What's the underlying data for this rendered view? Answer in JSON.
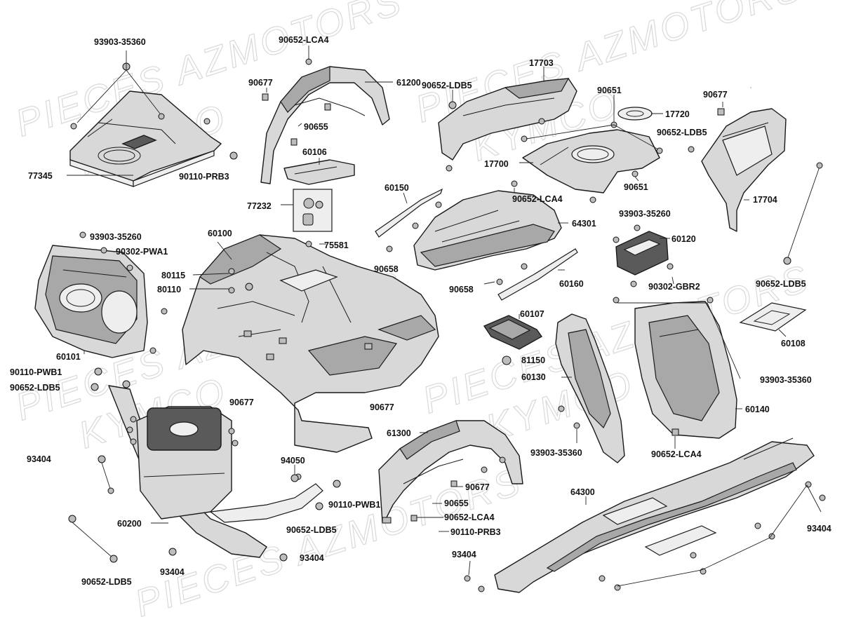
{
  "watermark": {
    "brand_text": "PIECES AZMOTORS",
    "make_text": "KYMCO"
  },
  "labels": {
    "p93903_35360_a": "93903-35360",
    "p90652_lca4_a": "90652-LCA4",
    "p90677_a": "90677",
    "p61200": "61200",
    "p17703": "17703",
    "p90652_ldb5_a": "90652-LDB5",
    "p90651_a": "90651",
    "p90677_b": "90677",
    "p17720": "17720",
    "p90652_ldb5_b": "90652-LDB5",
    "p90655_a": "90655",
    "p77345": "77345",
    "p60106": "60106",
    "p90110_prb3_a": "90110-PRB3",
    "p17700": "17700",
    "p90651_b": "90651",
    "p17704": "17704",
    "p60150": "60150",
    "p90652_lca4_b": "90652-LCA4",
    "p77232": "77232",
    "p93903_35260_a": "93903-35260",
    "p64301": "64301",
    "p60120": "60120",
    "p93903_35260_b": "93903-35260",
    "p60100": "60100",
    "p90302_pwa1": "90302-PWA1",
    "p75581": "75581",
    "p90658_a": "90658",
    "p90652_ldb5_c": "90652-LDB5",
    "p80115": "80115",
    "p80110": "80110",
    "p90658_b": "90658",
    "p60160": "60160",
    "p90302_gbr2": "90302-GBR2",
    "p60107": "60107",
    "p60108": "60108",
    "p60101": "60101",
    "p81150": "81150",
    "p90110_pwb1_a": "90110-PWB1",
    "p60130": "60130",
    "p93903_35360_b": "93903-35360",
    "p90652_ldb5_d": "90652-LDB5",
    "p90677_c": "90677",
    "p90677_d": "90677",
    "p60140": "60140",
    "p61300": "61300",
    "p93903_35360_c": "93903-35360",
    "p90652_lca4_c": "90652-LCA4",
    "p93404_a": "93404",
    "p94050": "94050",
    "p90677_e": "90677",
    "p64300": "64300",
    "p90110_pwb1_b": "90110-PWB1",
    "p90655_b": "90655",
    "p60200": "60200",
    "p90652_lca4_d": "90652-LCA4",
    "p90652_ldb5_e": "90652-LDB5",
    "p90110_prb3_b": "90110-PRB3",
    "p93404_b": "93404",
    "p93404_c": "93404",
    "p93404_d": "93404",
    "p90652_ldb5_f": "90652-LDB5",
    "p93404_e": "93404"
  }
}
